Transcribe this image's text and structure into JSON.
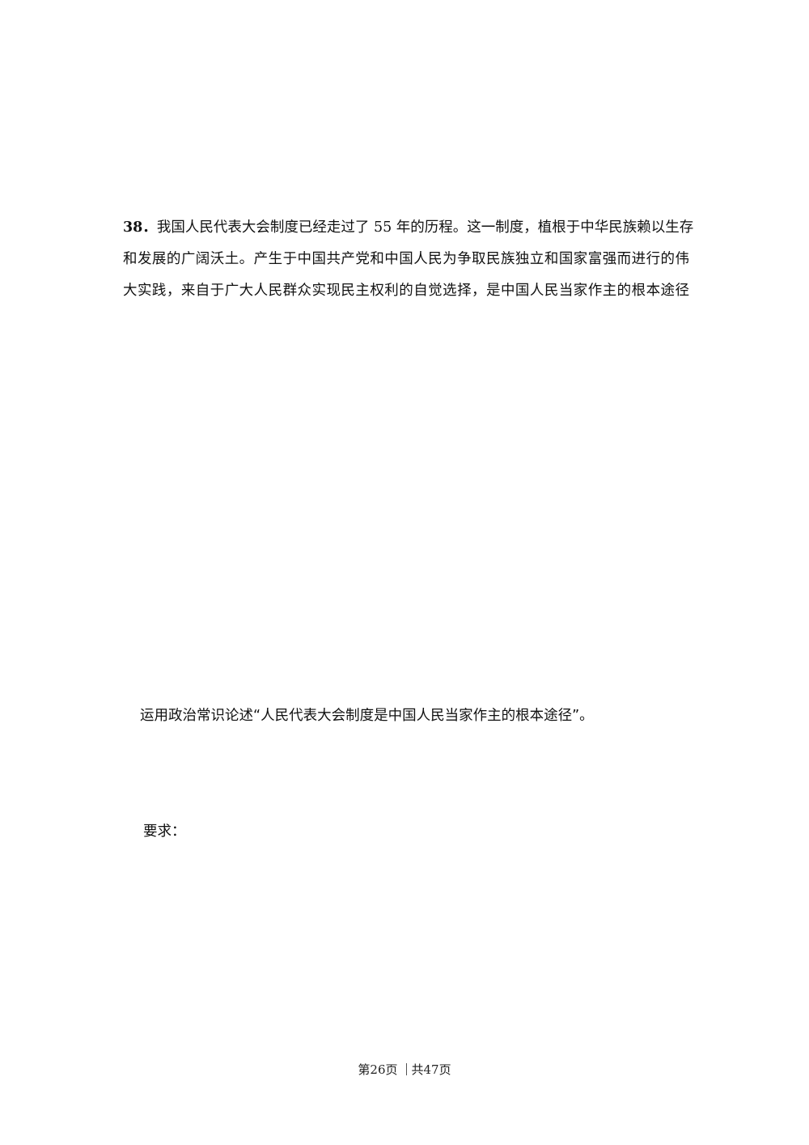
{
  "question": {
    "number": "38．",
    "line1_pre": "我国人民代表大会制度已经走过了",
    "line1_num": "55",
    "line1_post": "年的历程。这一制度，植根于中华民族赖以生存",
    "line2": "和发展的广阔沃土。产生于中国共产党和中国人民为争取民族独立和国家富强而进行的伟",
    "line3": "大实践，来自于广大人民群众实现民主权利的自觉选择，是中国人民当家作主的根本途径"
  },
  "task": {
    "text": "运用政治常识论述“人民代表大会制度是中国人民当家作主的根本途径”。"
  },
  "requirement": {
    "label": "要求："
  },
  "footer": {
    "page_current": "第26页",
    "page_total": "共47页"
  }
}
